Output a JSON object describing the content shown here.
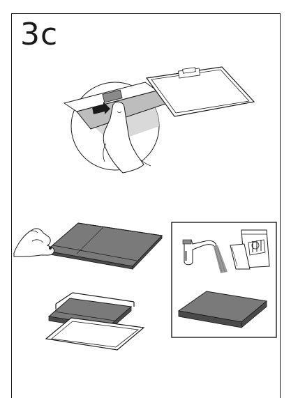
{
  "step": {
    "label": "3c"
  },
  "illustrations": [
    {
      "name": "remove-filter-circle",
      "icon": "hand-pressing-filter-latch-icon"
    },
    {
      "name": "grease-filter-frame",
      "icon": "filter-frame-icon"
    },
    {
      "name": "pull-filter-mat",
      "icon": "hand-pulling-filter-mat-icon"
    },
    {
      "name": "filter-mat-and-frame",
      "icon": "filter-mat-frame-icon"
    },
    {
      "name": "cleaning-options",
      "icon": "tap-and-dishwasher-icon"
    }
  ],
  "colors": {
    "line": "#1a1a1a",
    "filter_gray": "#7a7a7a",
    "circle_fill": "#d9d9d9",
    "water": "#9a9a9a"
  }
}
